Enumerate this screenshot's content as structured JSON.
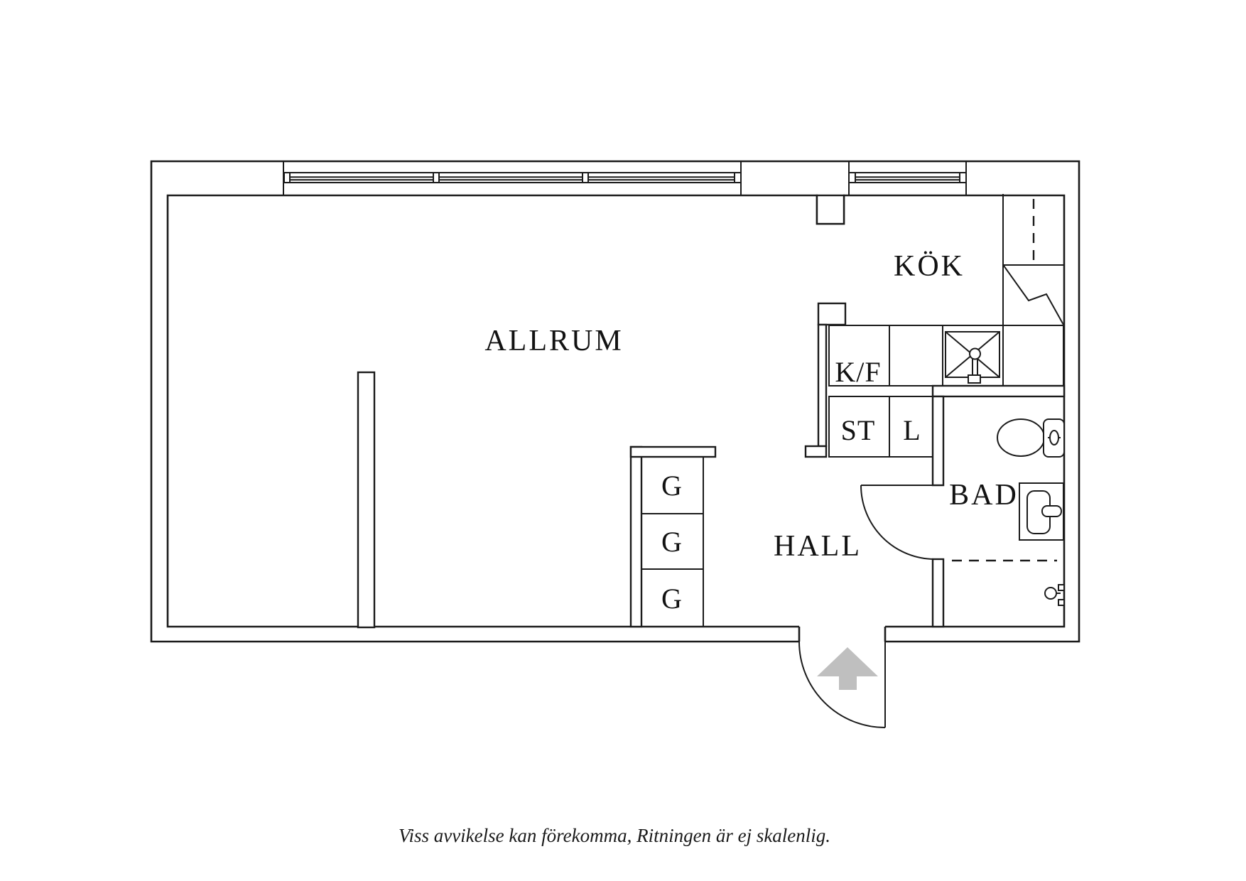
{
  "colors": {
    "background": "#ffffff",
    "line": "#1b1b1b",
    "text": "#121212",
    "entrance_arrow": "#bfbfbf"
  },
  "floorplan": {
    "room_labels": {
      "living_room": "ALLRUM",
      "kitchen": "KÖK",
      "hall": "HALL",
      "bathroom": "BAD"
    },
    "cabinet_labels": {
      "fridge_freezer": "K/F",
      "cleaning_cabinet": "ST",
      "linen_cabinet": "L",
      "wardrobe_top": "G",
      "wardrobe_middle": "G",
      "wardrobe_bottom": "G"
    }
  },
  "caption": "Viss avvikelse kan förekomma, Ritningen är ej skalenlig."
}
